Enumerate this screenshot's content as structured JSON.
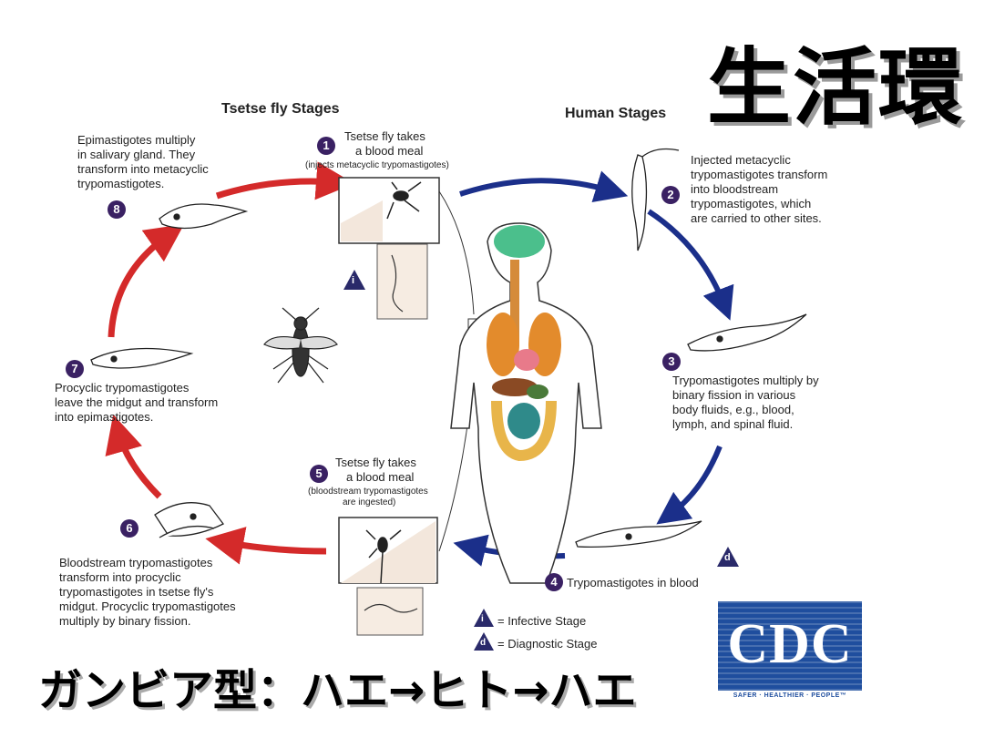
{
  "title": "生活環",
  "subtitle": "ガンビア型：ハエ→ヒト→ハエ",
  "headings": {
    "tsetse": "Tsetse fly Stages",
    "human": "Human Stages"
  },
  "steps": [
    {
      "num": "1",
      "line1": "Tsetse fly takes",
      "line2": "a blood meal",
      "note": "(injects metacyclic trypomastigotes)"
    },
    {
      "num": "2",
      "lines": [
        "Injected metacyclic",
        "trypomastigotes transform",
        "into bloodstream",
        "trypomastigotes, which",
        "are carried to other sites."
      ]
    },
    {
      "num": "3",
      "lines": [
        "Trypomastigotes multiply by",
        "binary fission in various",
        "body fluids, e.g., blood,",
        "lymph, and spinal fluid."
      ]
    },
    {
      "num": "4",
      "text": "Trypomastigotes in blood"
    },
    {
      "num": "5",
      "line1": "Tsetse fly takes",
      "line2": "a blood meal",
      "note1": "(bloodstream trypomastigotes",
      "note2": "are ingested)"
    },
    {
      "num": "6",
      "lines": [
        "Bloodstream trypomastigotes",
        "transform into procyclic",
        "trypomastigotes in tsetse fly's",
        "midgut. Procyclic trypomastigotes",
        "multiply by binary fission."
      ]
    },
    {
      "num": "7",
      "lines": [
        "Procyclic trypomastigotes",
        "leave the midgut and transform",
        "into epimastigotes."
      ]
    },
    {
      "num": "8",
      "lines": [
        "Epimastigotes multiply",
        "in salivary gland. They",
        "transform into metacyclic",
        "trypomastigotes."
      ]
    }
  ],
  "legend": {
    "infective_symbol": "i",
    "infective": "= Infective Stage",
    "diagnostic_symbol": "d",
    "diagnostic": "= Diagnostic Stage"
  },
  "logo": {
    "text": "CDC",
    "tagline": "SAFER · HEALTHIER · PEOPLE™"
  },
  "colors": {
    "red_arrow": "#d42a2a",
    "blue_arrow": "#1b2f8a",
    "badge": "#3a2163"
  }
}
